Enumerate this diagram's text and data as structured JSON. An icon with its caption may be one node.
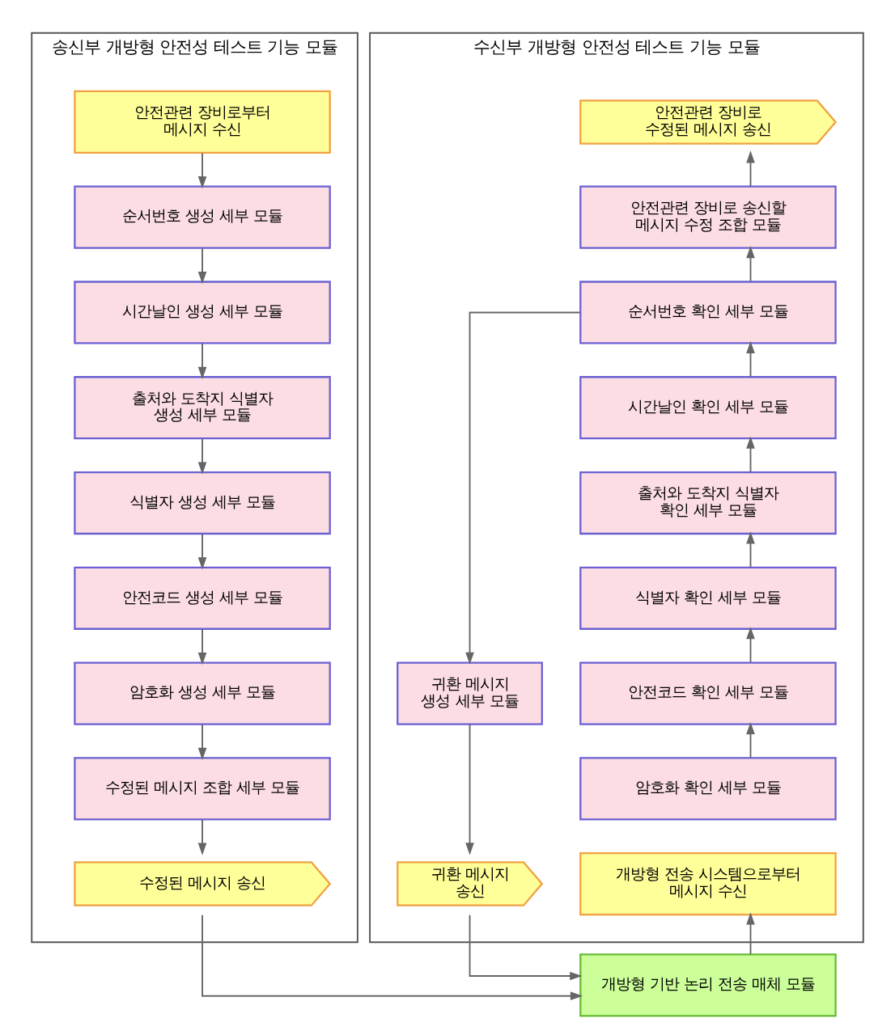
{
  "diagram": {
    "nodes": [
      {
        "text": [
          "송신부 개방형 안전성 테스트 기능 모듈"
        ]
      },
      {
        "text": [
          "안전관련 장비로부터 메시지 수신"
        ],
        "in": 0
      },
      {
        "text": [
          "순서번호 생성 세부 모듈"
        ],
        "in": 0
      },
      {
        "text": [
          "시간날인 생성 세부 모듈"
        ],
        "in": 0
      },
      {
        "text": [
          "출처와 도착지 식별자 생성 세부 모듈"
        ],
        "in": 0
      },
      {
        "text": [
          "식별자 생성 세부 모듈"
        ],
        "in": 0
      },
      {
        "text": [
          "안전코드 생성 세부 모듈"
        ],
        "in": 0
      },
      {
        "text": [
          "암호화 생성 세부 모듈"
        ],
        "in": 0
      },
      {
        "text": [
          "수정된 메시지 조합 세부 모듈"
        ],
        "in": 0
      },
      {
        "text": [
          "수정된 메시지 송신"
        ],
        "in": 0
      },
      {
        "text": [
          "수신부 개방형 안전성 테스트 기능 모듈"
        ]
      },
      {
        "text": [
          "안전관련 장비로 수정된 메시지 송신"
        ],
        "in": 10
      },
      {
        "text": [
          "안전관련 장비로 송신할 메시지 수정 조합 모듈"
        ],
        "in": 10
      },
      {
        "text": [
          "순서번호 확인 세부 모듈"
        ],
        "in": 10
      },
      {
        "text": [
          "시간날인 확인 세부 모듈"
        ],
        "in": 10
      },
      {
        "text": [
          "출처와 도착지 식별자 확인 세부 모듈"
        ],
        "in": 10
      },
      {
        "text": [
          "식별자 확인 세부 모듈"
        ],
        "in": 10
      },
      {
        "text": [
          "귀환 메시지 생성 세부 모듈"
        ],
        "in": 10
      },
      {
        "text": [
          "안전코드 확인 세부 모듈"
        ],
        "in": 10
      },
      {
        "text": [
          "암호화 확인 세부 모듈"
        ],
        "in": 10
      },
      {
        "text": [
          "귀환 메시지 송신"
        ],
        "in": 10
      },
      {
        "text": [
          "개방형 전송 시스템으로부터 메시지 수신"
        ],
        "in": 10
      },
      {
        "text": [
          "개방형 기반 논리 전송 매체 모듈"
        ]
      }
    ],
    "edges": [
      {
        "from": 1,
        "to": 2,
        "arrow": "to"
      },
      {
        "from": 2,
        "to": 3,
        "arrow": "to"
      },
      {
        "from": 3,
        "to": 4,
        "arrow": "to"
      },
      {
        "from": 4,
        "to": 5,
        "arrow": "to"
      },
      {
        "from": 5,
        "to": 6,
        "arrow": "to"
      },
      {
        "from": 6,
        "to": 7,
        "arrow": "to"
      },
      {
        "from": 7,
        "to": 8,
        "arrow": "to"
      },
      {
        "from": 8,
        "to": 9,
        "arrow": "to"
      },
      {
        "from": 9,
        "to": 22,
        "arrow": "to"
      },
      {
        "from": 12,
        "to": 11,
        "arrow": "to"
      },
      {
        "from": 13,
        "to": 12,
        "arrow": "to"
      },
      {
        "from": 14,
        "to": 13,
        "arrow": "to"
      },
      {
        "from": 15,
        "to": 14,
        "arrow": "to"
      },
      {
        "from": 16,
        "to": 15,
        "arrow": "to"
      },
      {
        "from": 18,
        "to": 16,
        "arrow": "to"
      },
      {
        "from": 19,
        "to": 18,
        "arrow": "to"
      },
      {
        "from": 13,
        "to": 17,
        "arrow": "to"
      },
      {
        "from": 17,
        "to": 20,
        "arrow": "to"
      },
      {
        "from": 20,
        "to": 22,
        "arrow": "to"
      },
      {
        "from": 22,
        "to": 21,
        "arrow": "to"
      }
    ]
  }
}
